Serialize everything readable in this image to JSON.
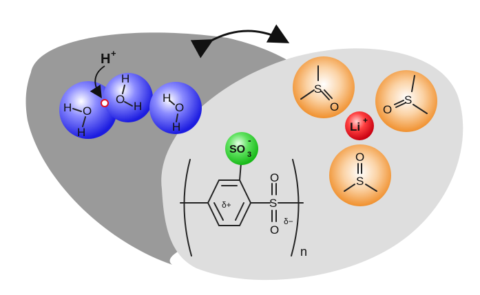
{
  "labels": {
    "proton": "H",
    "proton_charge": "+",
    "water_h": "H",
    "water_o": "O",
    "lithium": "Li",
    "lithium_charge": "+",
    "sulfonate_main": "SO",
    "sulfonate_sub": "3",
    "sulfonate_charge": "-",
    "dmso_s": "S",
    "dmso_o": "O",
    "sulfone_s": "S",
    "sulfone_o": "O",
    "delta_plus": "δ+",
    "delta_minus": "δ−",
    "repeat_n": "n"
  },
  "colors": {
    "dark_region": "#9a9a9a",
    "light_region": "#dedede",
    "water": "#2424e6",
    "dmso": "#f08a1e",
    "lithium": "#e0141e",
    "sulfonate": "#2ed22e"
  }
}
